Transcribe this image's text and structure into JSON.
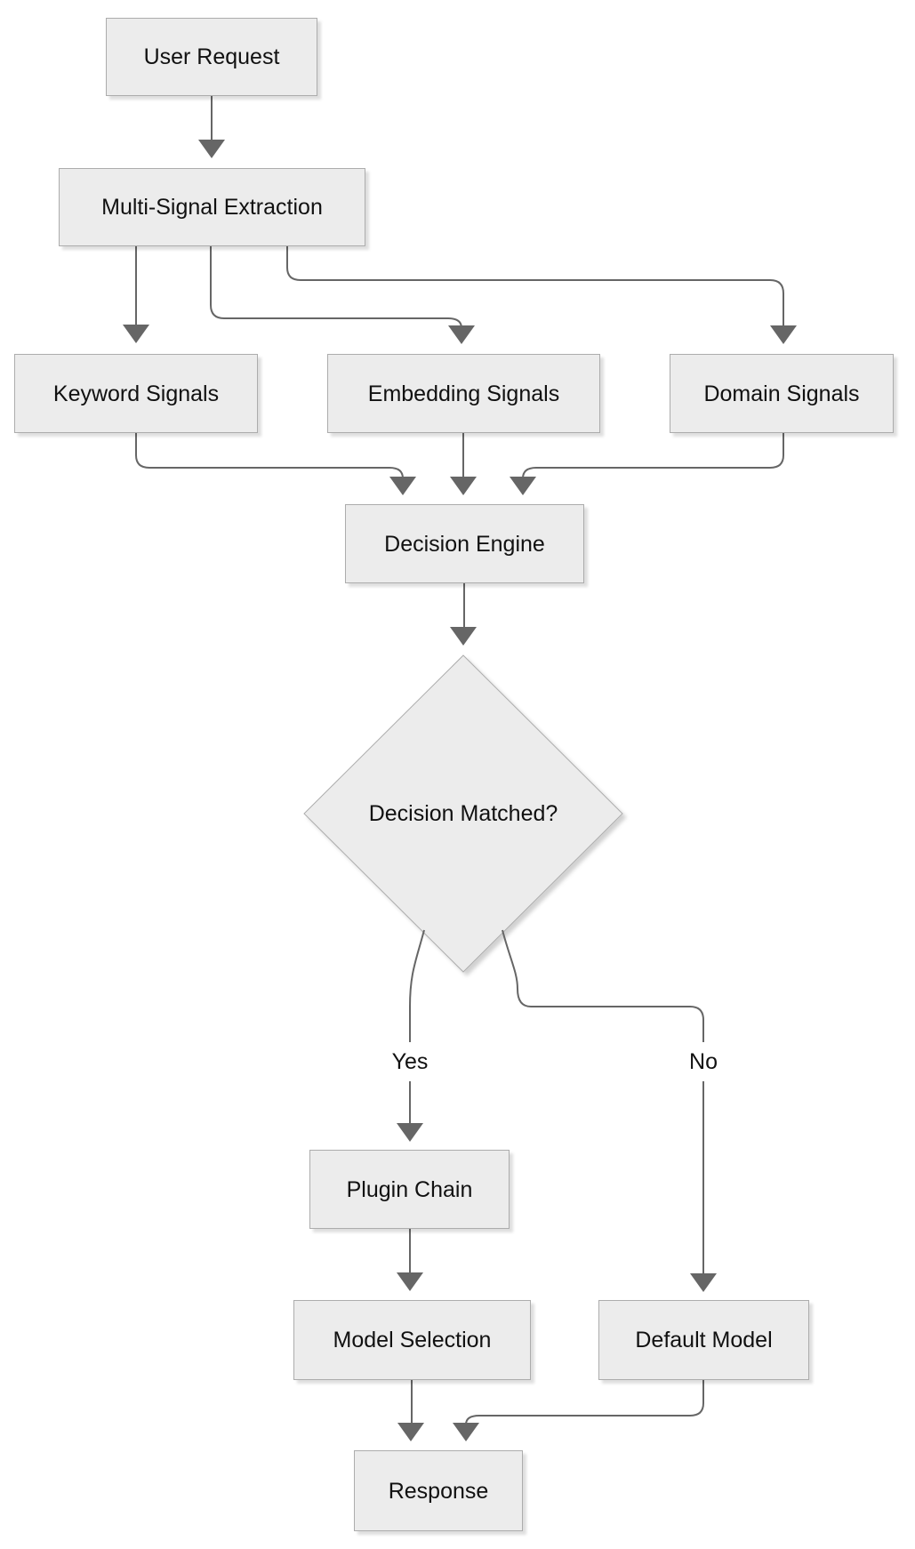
{
  "diagram": {
    "type": "flowchart",
    "direction": "top-down",
    "colors": {
      "background": "#ffffff",
      "node_fill": "#ececec",
      "node_border": "#acacac",
      "edge_color": "#666666",
      "text_color": "#111111"
    },
    "nodes": {
      "user_request": {
        "label": "User Request",
        "shape": "rect"
      },
      "multi_signal_extraction": {
        "label": "Multi-Signal Extraction",
        "shape": "rect"
      },
      "keyword_signals": {
        "label": "Keyword Signals",
        "shape": "rect"
      },
      "embedding_signals": {
        "label": "Embedding Signals",
        "shape": "rect"
      },
      "domain_signals": {
        "label": "Domain Signals",
        "shape": "rect"
      },
      "decision_engine": {
        "label": "Decision Engine",
        "shape": "rect"
      },
      "decision_matched": {
        "label": "Decision Matched?",
        "shape": "diamond"
      },
      "plugin_chain": {
        "label": "Plugin Chain",
        "shape": "rect"
      },
      "model_selection": {
        "label": "Model Selection",
        "shape": "rect"
      },
      "default_model": {
        "label": "Default Model",
        "shape": "rect"
      },
      "response": {
        "label": "Response",
        "shape": "rect"
      }
    },
    "edge_labels": {
      "yes": "Yes",
      "no": "No"
    },
    "edges": [
      {
        "from": "User Request",
        "to": "Multi-Signal Extraction"
      },
      {
        "from": "Multi-Signal Extraction",
        "to": "Keyword Signals"
      },
      {
        "from": "Multi-Signal Extraction",
        "to": "Embedding Signals"
      },
      {
        "from": "Multi-Signal Extraction",
        "to": "Domain Signals"
      },
      {
        "from": "Keyword Signals",
        "to": "Decision Engine"
      },
      {
        "from": "Embedding Signals",
        "to": "Decision Engine"
      },
      {
        "from": "Domain Signals",
        "to": "Decision Engine"
      },
      {
        "from": "Decision Engine",
        "to": "Decision Matched?"
      },
      {
        "from": "Decision Matched?",
        "to": "Plugin Chain",
        "label": "Yes"
      },
      {
        "from": "Decision Matched?",
        "to": "Default Model",
        "label": "No"
      },
      {
        "from": "Plugin Chain",
        "to": "Model Selection"
      },
      {
        "from": "Model Selection",
        "to": "Response"
      },
      {
        "from": "Default Model",
        "to": "Response"
      }
    ]
  }
}
